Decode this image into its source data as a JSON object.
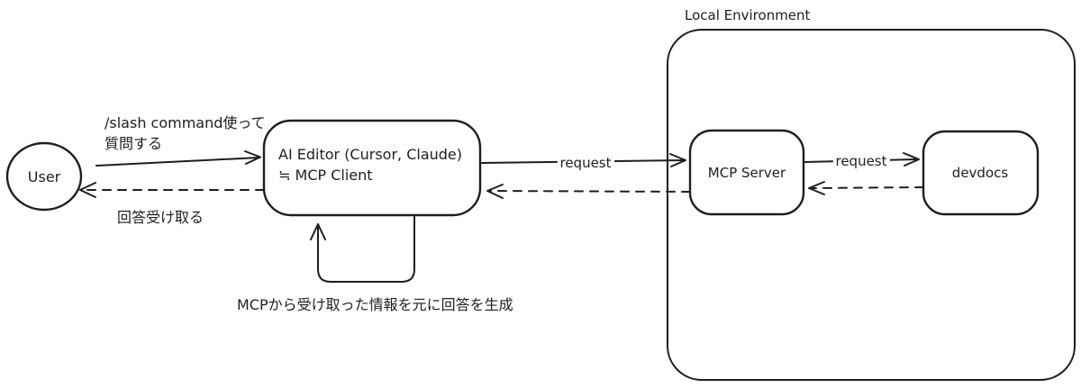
{
  "diagram": {
    "colors": {
      "stroke": "#1e1e1e",
      "background": "#ffffff"
    },
    "nodes": {
      "user": {
        "label": "User",
        "shape": "circle"
      },
      "ai_editor": {
        "line1": "AI Editor (Cursor, Claude)",
        "line2": "≒ MCP Client",
        "shape": "rounded-rectangle"
      },
      "local_environment": {
        "label": "Local Environment",
        "shape": "rounded-rectangle-container"
      },
      "mcp_server": {
        "label": "MCP Server",
        "shape": "rounded-rectangle"
      },
      "devdocs": {
        "label": "devdocs",
        "shape": "rounded-rectangle"
      }
    },
    "edges": {
      "user_to_editor": {
        "line1": "/slash command使って",
        "line2": "質問する",
        "style": "solid-arrow"
      },
      "editor_to_user": {
        "label": "回答受け取る",
        "style": "dashed-arrow"
      },
      "editor_to_server": {
        "label": "request",
        "style": "solid-arrow"
      },
      "server_to_editor": {
        "style": "dashed-arrow"
      },
      "server_to_devdocs": {
        "label": "request",
        "style": "solid-arrow"
      },
      "devdocs_to_server": {
        "style": "dashed-arrow"
      },
      "editor_self_loop": {
        "label": "MCPから受け取った情報を元に回答を生成",
        "style": "solid-arrow-loop"
      }
    }
  }
}
